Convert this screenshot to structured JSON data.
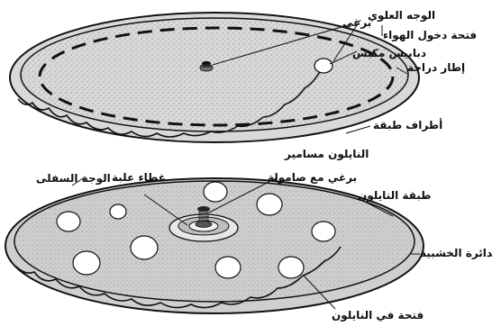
{
  "labels": {
    "upper_face": "الوجه العلوي",
    "air_inlet": "فتحة دخول الهواء",
    "screw": "برغي",
    "push_pins": "دبابيس مكبس",
    "bike_tire": "إطار دراجة",
    "layer_edges": "أطراف طبقة",
    "nylon_nails": "النايلون   مسامير",
    "tin_cover": "غطاء علبة",
    "bolt_with_nut": "برغي مع صامولة",
    "lower_face": "الوجه السفلى",
    "nylon_layer": "طبقة النايلون",
    "wooden_ring": "الدائرة الخشبية",
    "nylon_hole": "فتحة في النايلون"
  },
  "colors": {
    "ink": "#111111",
    "paper": "#ffffff",
    "shade": "#9a9a9a"
  }
}
